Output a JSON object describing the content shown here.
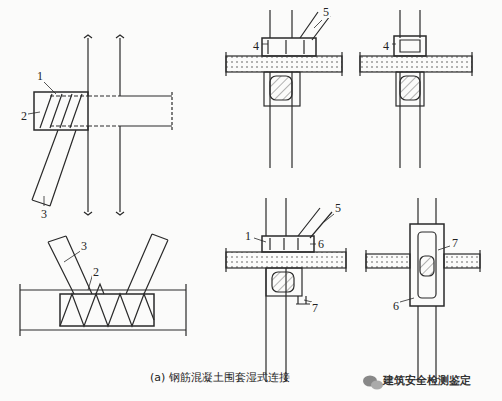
{
  "diagram": {
    "caption": "(a) 钢筋混凝土围套湿式连接",
    "labels": [
      "1",
      "2",
      "3",
      "5",
      "4",
      "4",
      "3",
      "2",
      "5",
      "1",
      "6",
      "7",
      "7",
      "6",
      "建筑安全检测鉴定"
    ]
  }
}
